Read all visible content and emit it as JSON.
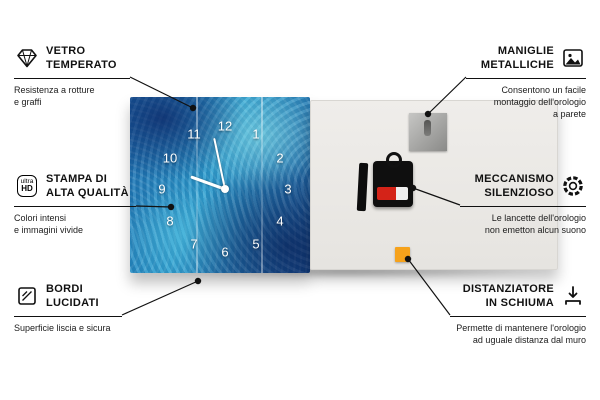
{
  "callouts": [
    {
      "id": "vetro-temperato",
      "icon": "diamond-icon",
      "title": "VETRO\nTEMPERATO",
      "subtitle": "Resistenza a rotture\ne graffi"
    },
    {
      "id": "stampa-alta-qualita",
      "icon": "ultra-hd-icon",
      "icon_text_top": "ultra",
      "icon_text_bottom": "HD",
      "title": "STAMPA DI\nALTA QUALITÀ",
      "subtitle": "Colori intensi\ne immagini vivide"
    },
    {
      "id": "bordi-lucidati",
      "icon": "polished-edges-icon",
      "title": "BORDI\nLUCIDATI",
      "subtitle": "Superficie liscia e sicura"
    },
    {
      "id": "maniglie-metalliche",
      "icon": "picture-frame-icon",
      "title": "MANIGLIE\nMETALLICHE",
      "subtitle": "Consentono un facile\nmontaggio dell'orologio\na parete"
    },
    {
      "id": "meccanismo-silenzioso",
      "icon": "gear-icon",
      "title": "MECCANISMO\nSILENZIOSO",
      "subtitle": "Le lancette dell'orologio\nnon emetton alcun suono"
    },
    {
      "id": "distanziatore-in-schiuma",
      "icon": "spacer-arrow-icon",
      "title": "DISTANZIATORE\nIN SCHIUMA",
      "subtitle": "Permette di mantenere l'orologio\nad uguale distanza dal muro"
    }
  ],
  "clock": {
    "numbers": [
      "12",
      "1",
      "2",
      "3",
      "4",
      "5",
      "6",
      "7",
      "8",
      "9",
      "10",
      "11"
    ]
  },
  "colors": {
    "clock_blue_dark": "#1b4f93",
    "clock_blue_mid": "#1b67ab",
    "clock_blue_light": "#2e9fd0",
    "back_panel": "#eceae6",
    "foam_orange": "#f6a21b",
    "battery_red": "#d42318",
    "line_black": "#111111"
  }
}
